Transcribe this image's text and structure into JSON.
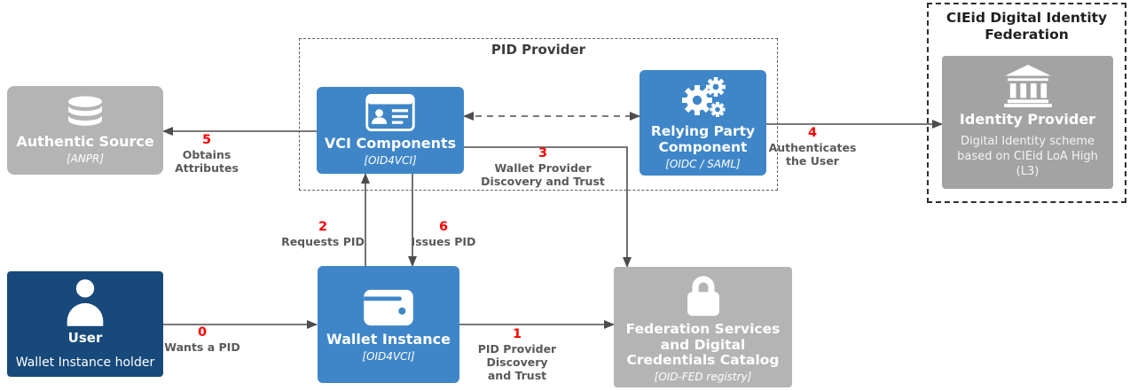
{
  "containers": {
    "pid_provider": {
      "title": "PID Provider"
    },
    "cieid": {
      "title": "CIEid Digital Identity\nFederation"
    }
  },
  "nodes": {
    "authentic_source": {
      "title": "Authentic Source",
      "subtitle": "[ANPR]",
      "icon": "database-icon"
    },
    "vci_components": {
      "title": "VCI Components",
      "subtitle": "[OID4VCI]",
      "icon": "id-card-icon"
    },
    "relying_party": {
      "title": "Relying Party\nComponent",
      "subtitle": "[OIDC / SAML]",
      "icon": "gears-icon"
    },
    "identity_provider": {
      "title": "Identity Provider",
      "description": "Digital Identity scheme\nbased on CIEid LoA High\n(L3)",
      "icon": "bank-icon"
    },
    "user": {
      "title": "User",
      "subtitle": "Wallet Instance holder",
      "icon": "person-icon"
    },
    "wallet_instance": {
      "title": "Wallet Instance",
      "subtitle": "[OID4VCI]",
      "icon": "wallet-icon"
    },
    "federation_services": {
      "title": "Federation Services\nand Digital\nCredentials Catalog",
      "subtitle": "[OID-FED registry]",
      "icon": "lock-icon"
    }
  },
  "edges": [
    {
      "num": "0",
      "label": "Wants a PID"
    },
    {
      "num": "1",
      "label": "PID Provider\nDiscovery\nand Trust"
    },
    {
      "num": "2",
      "label": "Requests PID"
    },
    {
      "num": "3",
      "label": "Wallet Provider\nDiscovery and Trust"
    },
    {
      "num": "4",
      "label": "Authenticates\nthe User"
    },
    {
      "num": "5",
      "label": "Obtains\nAttributes"
    },
    {
      "num": "6",
      "label": "Issues PID"
    }
  ],
  "colors": {
    "box_blue": "#3E86C8",
    "box_navy": "#17497B",
    "box_gray": "#B4B4B4",
    "box_gray_dark": "#A3A3A3",
    "step_red": "#FF0000",
    "line_gray": "#4D4D4D",
    "label_gray": "#595959"
  }
}
